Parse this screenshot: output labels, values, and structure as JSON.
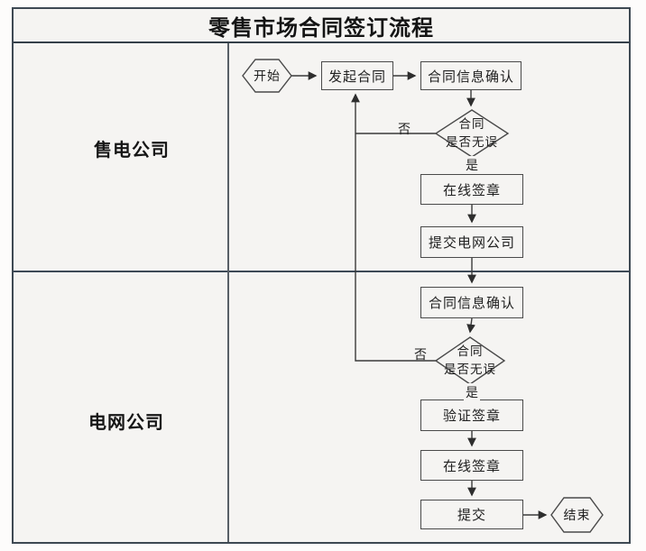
{
  "diagram_type": "swimlane-flowchart",
  "title": "零售市场合同签订流程",
  "lanes": [
    {
      "label": "售电公司"
    },
    {
      "label": "电网公司"
    }
  ],
  "nodes": {
    "start": "开始",
    "initiate_contract": "发起合同",
    "confirm_info_1": "合同信息确认",
    "decision_1": {
      "line1": "合同",
      "line2": "是否无误"
    },
    "online_sign_1": "在线签章",
    "submit_to_grid": "提交电网公司",
    "confirm_info_2": "合同信息确认",
    "decision_2": {
      "line1": "合同",
      "line2": "是否无误"
    },
    "verify_sign": "验证签章",
    "online_sign_2": "在线签章",
    "submit": "提交",
    "end": "结束"
  },
  "edge_labels": {
    "no_1": "否",
    "yes_1": "是",
    "no_2": "否",
    "yes_2": "是"
  },
  "edges": [
    {
      "from": "start",
      "to": "initiate_contract",
      "label": ""
    },
    {
      "from": "initiate_contract",
      "to": "confirm_info_1",
      "label": ""
    },
    {
      "from": "confirm_info_1",
      "to": "decision_1",
      "label": ""
    },
    {
      "from": "decision_1",
      "to": "initiate_contract",
      "label": "否"
    },
    {
      "from": "decision_1",
      "to": "online_sign_1",
      "label": "是"
    },
    {
      "from": "online_sign_1",
      "to": "submit_to_grid",
      "label": ""
    },
    {
      "from": "submit_to_grid",
      "to": "confirm_info_2",
      "label": ""
    },
    {
      "from": "confirm_info_2",
      "to": "decision_2",
      "label": ""
    },
    {
      "from": "decision_2",
      "to": "initiate_contract",
      "label": "否"
    },
    {
      "from": "decision_2",
      "to": "verify_sign",
      "label": "是"
    },
    {
      "from": "verify_sign",
      "to": "online_sign_2",
      "label": ""
    },
    {
      "from": "online_sign_2",
      "to": "submit",
      "label": ""
    },
    {
      "from": "submit",
      "to": "end",
      "label": ""
    }
  ],
  "colors": {
    "canvas_background": "#f5f4f2",
    "outer_border": "#3e4953",
    "lane_divider": "#3d4956",
    "node_border": "#4a4a4a",
    "line": "#3a3a3a",
    "text": "#1e1e1e"
  }
}
